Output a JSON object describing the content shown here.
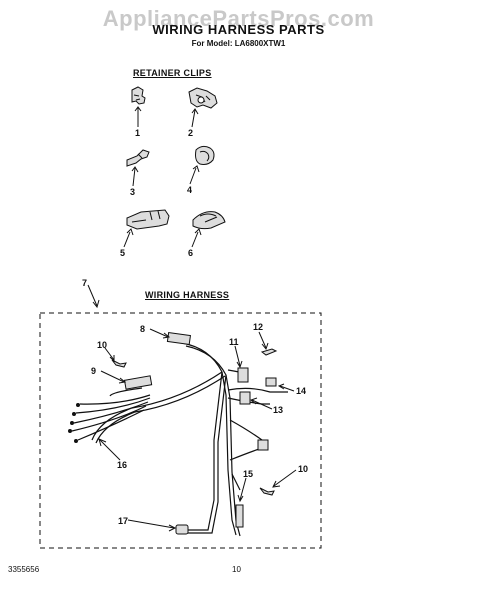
{
  "watermark": "AppliancePartsPros.com",
  "header": {
    "title": "WIRING HARNESS PARTS",
    "model": "For Model: LA6800XTW1"
  },
  "retainer_clips": {
    "heading": "RETAINER CLIPS",
    "labels": [
      "1",
      "2",
      "3",
      "4",
      "5",
      "6"
    ]
  },
  "wiring_harness": {
    "heading": "WIRING HARNESS",
    "assembly_label": "7",
    "labels": [
      "8",
      "9",
      "10",
      "10",
      "11",
      "12",
      "13",
      "14",
      "15",
      "16",
      "17"
    ]
  },
  "footer": {
    "doc_number": "3355656",
    "page_number": "10"
  }
}
